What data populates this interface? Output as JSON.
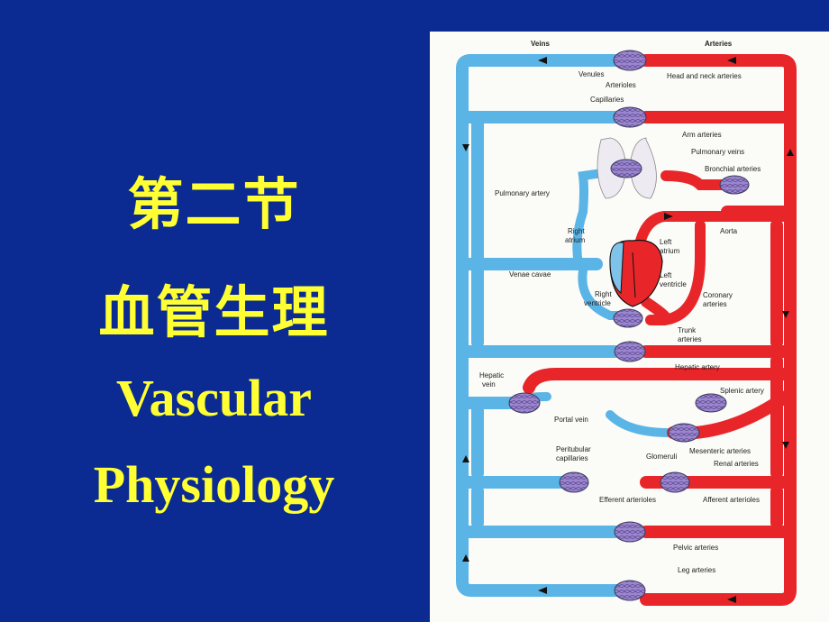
{
  "slide": {
    "title_cn_1": "第二节",
    "title_cn_2": "血管生理",
    "title_en_1": "Vascular",
    "title_en_2": "Physiology"
  },
  "diagram": {
    "header_veins": "Veins",
    "header_arteries": "Arteries",
    "labels": {
      "venules": "Venules",
      "arterioles": "Arterioles",
      "head_neck": "Head and neck arteries",
      "capillaries": "Capillaries",
      "arm": "Arm arteries",
      "pulmonary_veins": "Pulmonary veins",
      "bronchial": "Bronchial arteries",
      "pulmonary_artery": "Pulmonary artery",
      "aorta": "Aorta",
      "right_atrium_1": "Right",
      "right_atrium_2": "atrium",
      "left_atrium_1": "Left",
      "left_atrium_2": "atrium",
      "venae_cavae": "Venae cavae",
      "left_ventricle_1": "Left",
      "left_ventricle_2": "ventricle",
      "right_ventricle_1": "Right",
      "right_ventricle_2": "ventricle",
      "coronary_1": "Coronary",
      "coronary_2": "arteries",
      "trunk_1": "Trunk",
      "trunk_2": "arteries",
      "hepatic_vein_1": "Hepatic",
      "hepatic_vein_2": "vein",
      "hepatic_artery": "Hepatic artery",
      "splenic": "Splenic artery",
      "portal": "Portal vein",
      "mesenteric": "Mesenteric arteries",
      "peritubular_1": "Peritubular",
      "peritubular_2": "capillaries",
      "glomeruli": "Glomeruli",
      "renal": "Renal arteries",
      "efferent": "Efferent arterioles",
      "afferent": "Afferent arterioles",
      "pelvic": "Pelvic arteries",
      "leg": "Leg arteries"
    },
    "colors": {
      "vein": "#5ab4e6",
      "artery": "#e8262a",
      "capillary": "#8f78c8",
      "background": "#0b2b92",
      "title": "#ffff33"
    }
  }
}
